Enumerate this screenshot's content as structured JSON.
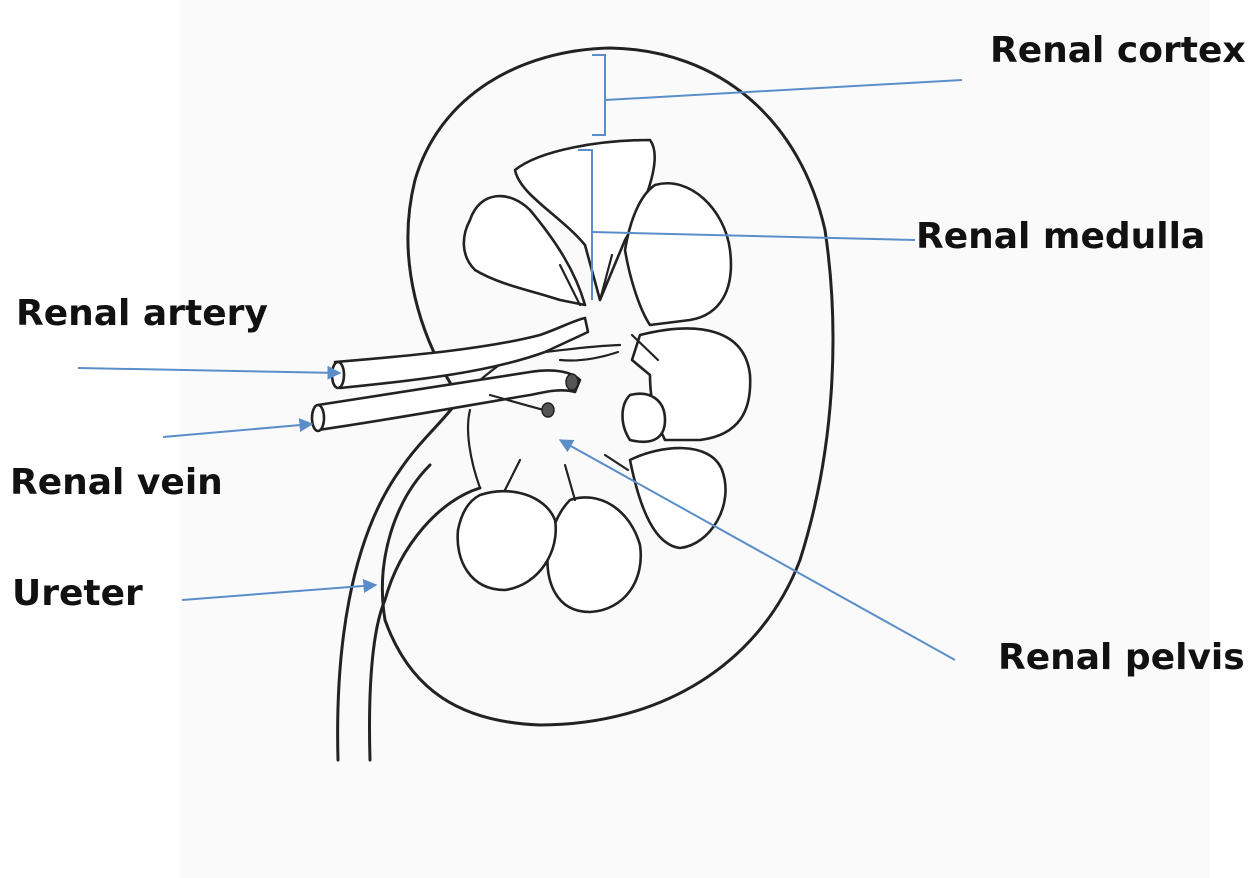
{
  "colors": {
    "leader": "#5b8ec9",
    "outline": "#222222"
  },
  "labels": {
    "renal_cortex": "Renal cortex",
    "renal_medulla": "Renal medulla",
    "renal_artery": "Renal artery",
    "renal_vein": "Renal vein",
    "ureter": "Ureter",
    "renal_pelvis": "Renal pelvis"
  }
}
